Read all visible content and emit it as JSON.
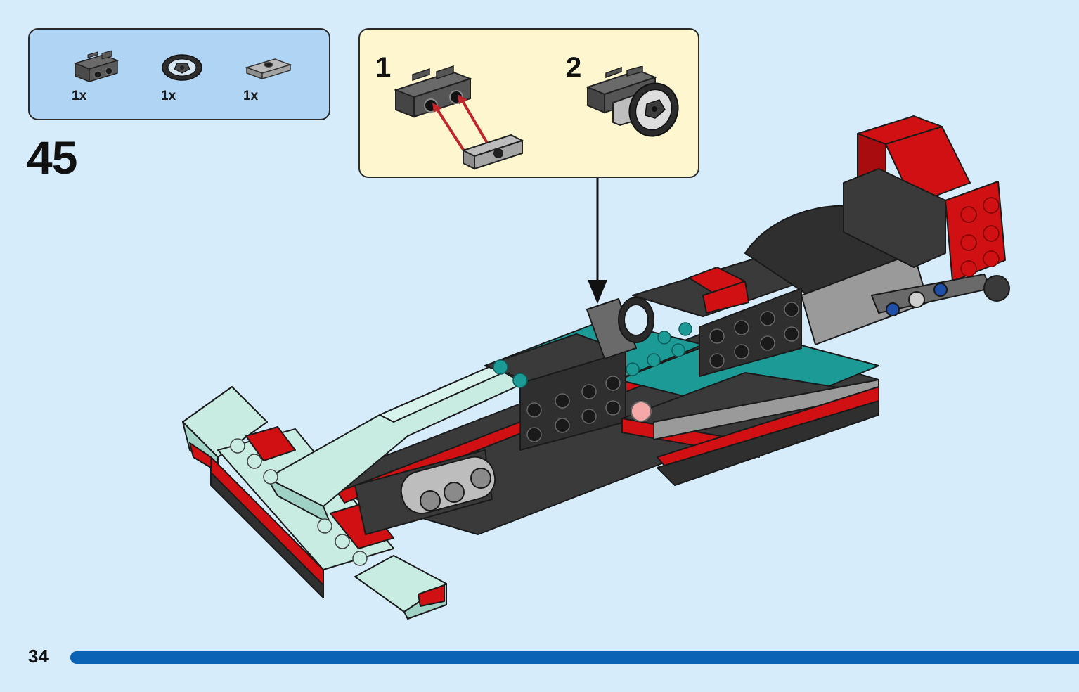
{
  "parts_list": [
    {
      "icon": "bracket-plate-icon",
      "quantity": "1x"
    },
    {
      "icon": "steering-wheel-icon",
      "quantity": "1x"
    },
    {
      "icon": "jumper-plate-icon",
      "quantity": "1x"
    }
  ],
  "step_number": "45",
  "substeps": [
    {
      "label": "1"
    },
    {
      "label": "2"
    }
  ],
  "page_number": "34",
  "colors": {
    "background": "#d6ecfb",
    "parts_box": "#b0d4f4",
    "callout_box": "#fdf6cf",
    "progress_bar": "#0b63b5",
    "brick_dark": "#3a3a3a",
    "brick_red": "#d01012",
    "brick_teal": "#1c9a96",
    "brick_mint": "#c8ebe2"
  }
}
